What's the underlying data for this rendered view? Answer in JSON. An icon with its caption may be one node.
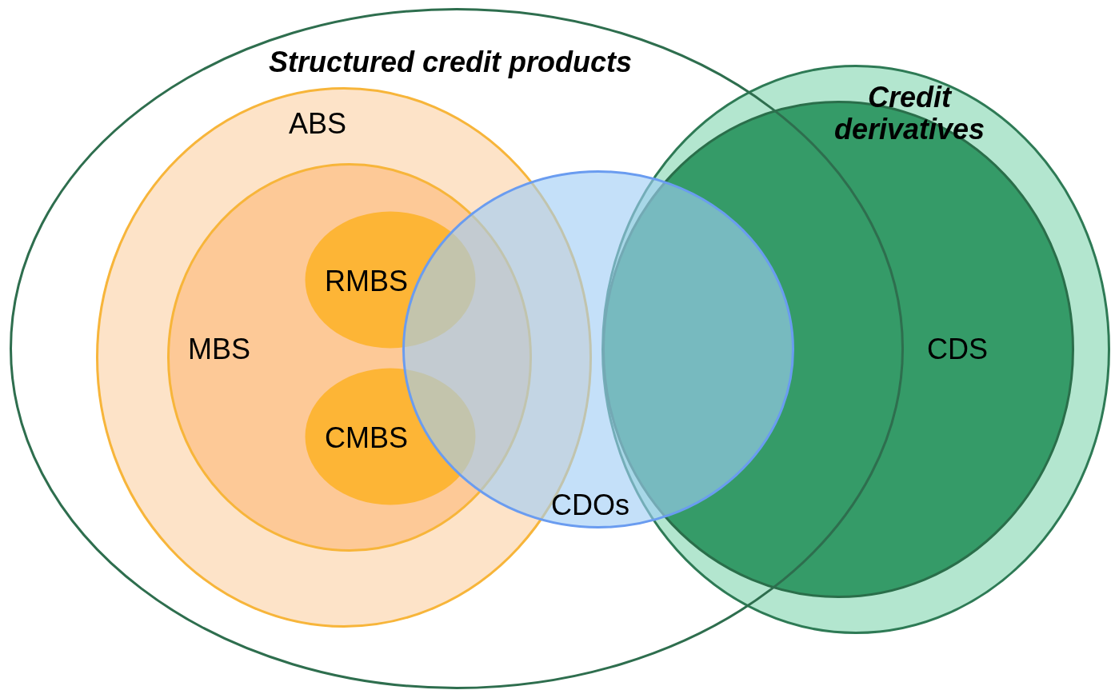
{
  "diagram": {
    "nodes": [
      {
        "text": [
          "Structured credit products"
        ]
      },
      {
        "text": [
          "ABS"
        ],
        "in": 0
      },
      {
        "text": [
          "MBS"
        ],
        "in": 1
      },
      {
        "text": [
          "RMBS"
        ],
        "in": 2
      },
      {
        "text": [
          "CMBS"
        ],
        "in": 2
      },
      {
        "text": [
          "CDOs"
        ],
        "in": 0
      },
      {
        "text": [
          "Credit derivatives"
        ]
      },
      {
        "text": [
          "CDS"
        ],
        "in": 6
      }
    ]
  }
}
